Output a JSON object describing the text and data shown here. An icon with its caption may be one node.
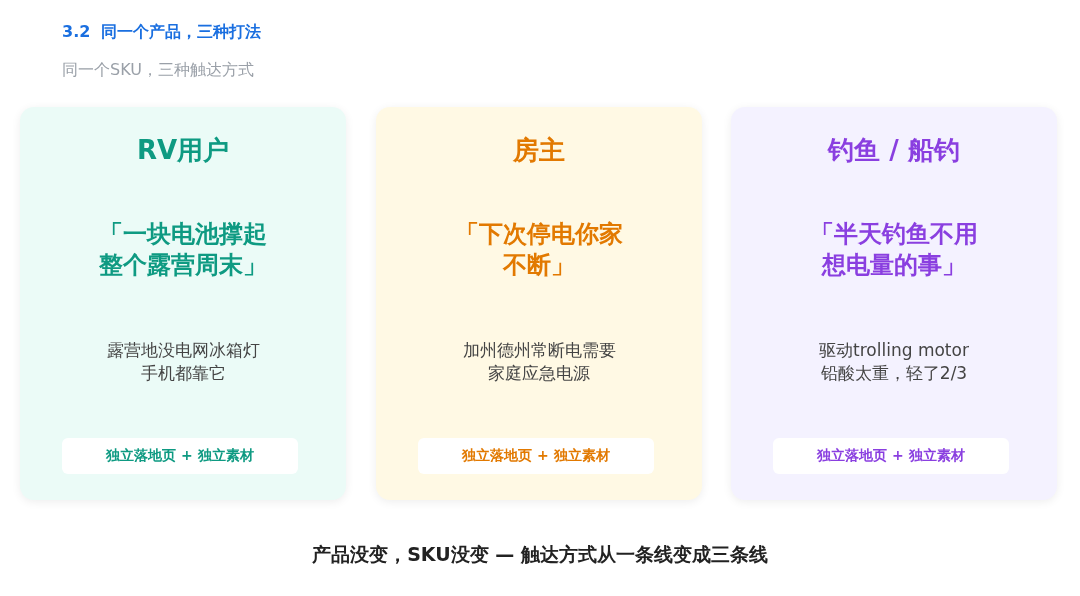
{
  "diagram": {
    "title": "3.2  同一个产品，三种打法",
    "caption": "产品没变，SKU没变 — 触达方式从一条线变成三条线",
    "nodes": [
      {
        "text": [
          "RV用户",
          "「一块电池撑起整个露营周末」",
          "露营地没电网冰箱灯手机都靠它"
        ]
      },
      {
        "text": [
          "独立落地页 + 独立素材"
        ],
        "in": 0
      },
      {
        "text": [
          "房主",
          "「下次停电你家不断」",
          "加州德州常断电需要家庭应急电源"
        ]
      },
      {
        "text": [
          "独立落地页 + 独立素材"
        ],
        "in": 2
      },
      {
        "text": [
          "钓鱼 / 船钓",
          "「半天钓鱼不用想电量的事」",
          "驱动trolling motor铅酸太重，轻了2/3"
        ]
      },
      {
        "text": [
          "独立落地页 + 独立素材"
        ],
        "in": 4
      }
    ],
    "labels": [
      "同一个SKU，三种触达方式"
    ]
  }
}
